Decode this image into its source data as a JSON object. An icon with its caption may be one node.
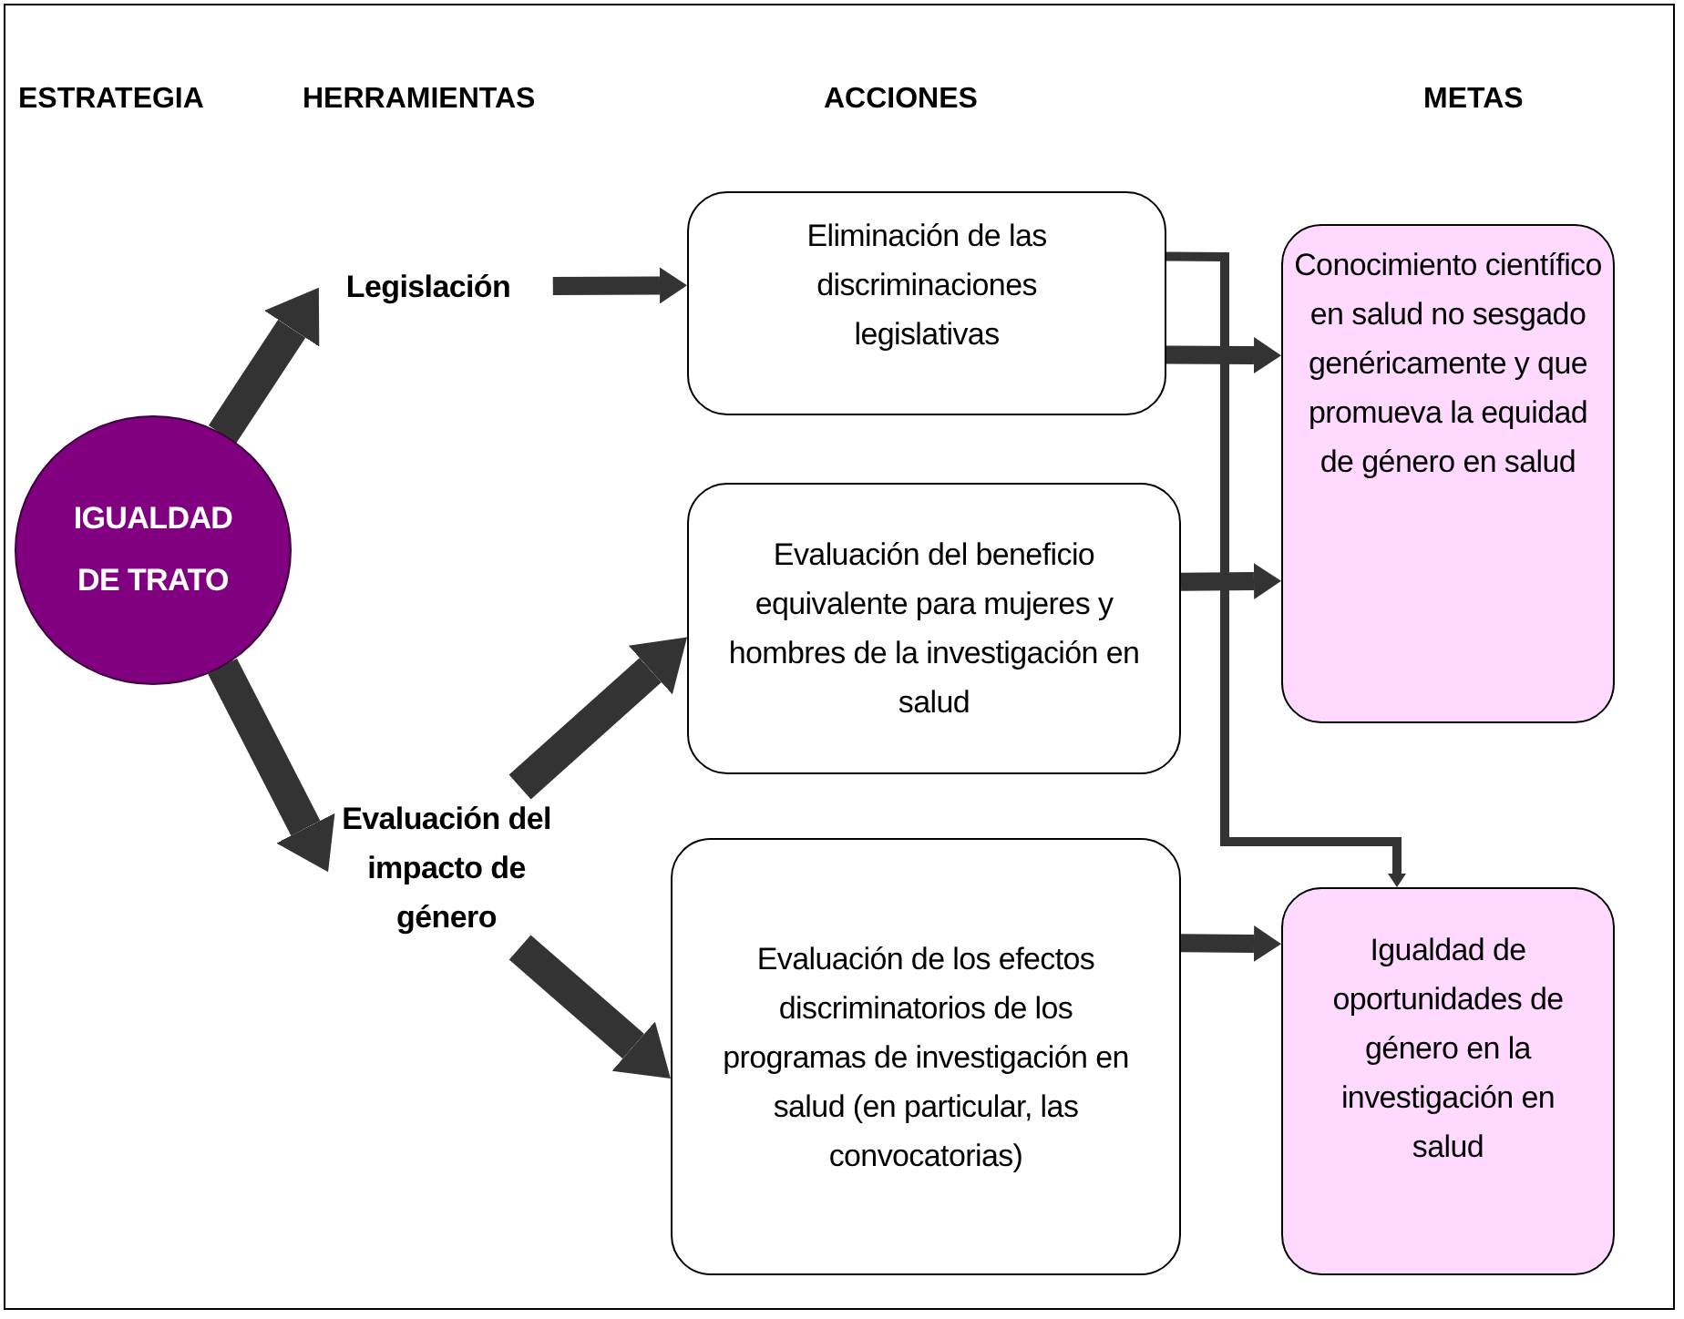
{
  "diagram": {
    "nodes": [
      {
        "text": [
          "IGUALDAD DE TRATO"
        ]
      },
      {
        "text": [
          "Legislación"
        ]
      },
      {
        "text": [
          "Evaluación del impacto de género"
        ]
      },
      {
        "text": [
          "Eliminación de las discriminaciones legislativas"
        ]
      },
      {
        "text": [
          "Evaluación del beneficio equivalente para mujeres y hombres de la investigación en salud"
        ]
      },
      {
        "text": [
          "Evaluación de los efectos discriminatorios de los programas de investigación en salud (en particular, las convocatorias)"
        ]
      },
      {
        "text": [
          "Conocimiento científico en salud no sesgado genéricamente y que promueva la equidad de género en salud"
        ]
      },
      {
        "text": [
          "Igualdad de oportunidades de género en la investigación en salud"
        ]
      }
    ],
    "edges": [
      {
        "from": 0,
        "to": 1,
        "arrow": "to",
        "style": "thick"
      },
      {
        "from": 1,
        "to": 3,
        "arrow": "to"
      },
      {
        "from": 0,
        "to": 2,
        "arrow": "to",
        "style": "thick"
      },
      {
        "from": 2,
        "to": 4,
        "arrow": "to",
        "style": "thick"
      },
      {
        "from": 2,
        "to": 5,
        "arrow": "to",
        "style": "thick"
      },
      {
        "from": 3,
        "to": 6,
        "arrow": "to"
      },
      {
        "from": 3,
        "to": 7,
        "arrow": "to"
      },
      {
        "from": 4,
        "to": 6,
        "arrow": "to"
      },
      {
        "from": 5,
        "to": 7,
        "arrow": "to"
      }
    ],
    "labels": [
      "ESTRATEGIA",
      "HERRAMIENTAS",
      "ACCIONES",
      "METAS"
    ]
  }
}
